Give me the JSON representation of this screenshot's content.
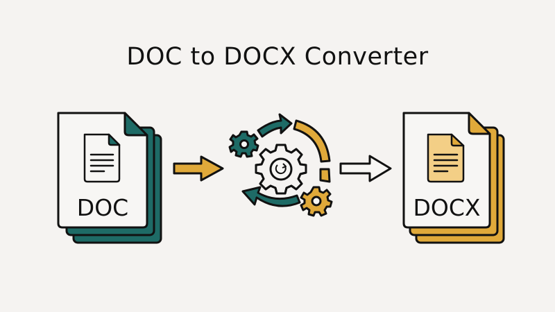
{
  "title": "DOC to DOCX Converter",
  "source": {
    "label": "DOC",
    "format_icon": "document-stack-icon"
  },
  "target": {
    "label": "DOCX",
    "format_icon": "document-stack-icon"
  },
  "process": {
    "icon": "gears-conversion-icon"
  },
  "colors": {
    "background": "#f5f3f1",
    "teal": "#1e6b66",
    "gold": "#e0a93a",
    "light_gold": "#f3cf86",
    "outline": "#111111",
    "paper": "#f7f6f4"
  }
}
